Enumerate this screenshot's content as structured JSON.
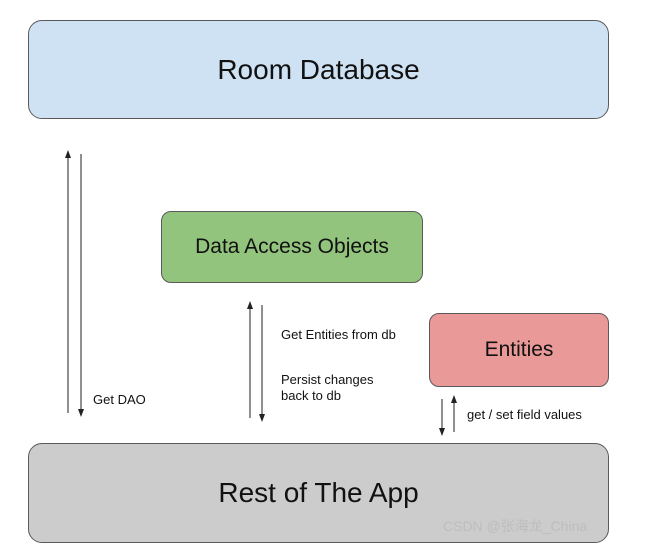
{
  "boxes": {
    "room_database": "Room Database",
    "data_access_objects": "Data Access Objects",
    "entities": "Entities",
    "rest_of_app": "Rest of The App"
  },
  "labels": {
    "get_dao": "Get DAO",
    "get_entities": "Get Entities from db",
    "persist_line1": "Persist changes",
    "persist_line2": "back to db",
    "get_set_fields": "get / set field values"
  },
  "watermark": "CSDN @张海龙_China",
  "colors": {
    "room_database": "#cfe2f3",
    "data_access_objects": "#93c47d",
    "entities": "#ea9999",
    "rest_of_app": "#cccccc"
  }
}
